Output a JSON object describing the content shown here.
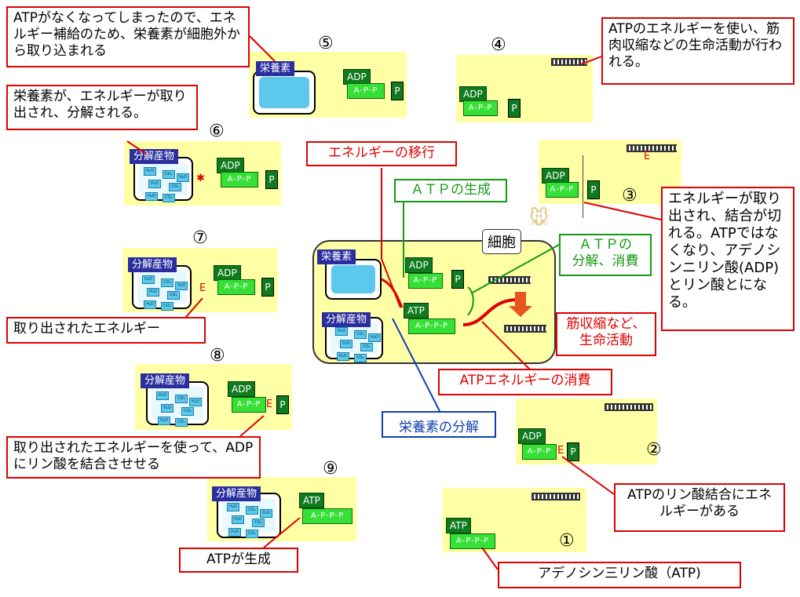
{
  "callouts": {
    "nutrient_intake": "ATPがなくなってしまったので、エネルギー補給のため、栄養素が細胞外から取り込まれる",
    "nutrient_breakdown": "栄養素が、エネルギーが取り出され、分解される。",
    "extracted_energy": "取り出されたエネルギー",
    "bind_phosphate": "取り出されたエネルギーを使って、ADPにリン酸を結合させせる",
    "atp_made": "ATPが生成",
    "atp_energy_use": "ATPのエネルギーを使い、筋肉収縮などの生命活動が行われる。",
    "bond_break": "エネルギーが取り出され、結合が切れる。ATPではなくなり、アデノシンニリン酸(ADP)とリン酸とになる。",
    "phosphate_bond_energy": "ATPのリン酸結合にエネルギーがある",
    "atp_name": "アデノシン三リン酸（ATP)"
  },
  "center": {
    "energy_transfer": "エネルギーの移行",
    "atp_generation": "ＡＴＰの生成",
    "atp_breakdown_line1": "ＡＴＰの",
    "atp_breakdown_line2": "分解、消費",
    "cell_label": "細胞",
    "muscle_line1": "筋収縮など、",
    "muscle_line2": "生命活動",
    "atp_energy_consumption": "ATPエネルギーの消費",
    "nutrient_decomposition": "栄養素の分解"
  },
  "steps": {
    "s1": "①",
    "s2": "②",
    "s3": "③",
    "s4": "④",
    "s5": "⑤",
    "s6": "⑥",
    "s7": "⑦",
    "s8": "⑧",
    "s9": "⑨"
  },
  "molecules": {
    "adp": "ADP",
    "atp": "ATP",
    "p": "P",
    "e": "E",
    "adp_strip": "A-P-P",
    "atp_strip": "A-P-P-P",
    "nutrient": "栄養素",
    "decomposed": "分解産物",
    "h2o": "H₂O",
    "co2": "CO₂"
  },
  "colors": {
    "panel": "#ffffa6",
    "callout_border": "#e00000",
    "green_label": "#159a15",
    "blue_label": "#1040b0",
    "adp_tag": "#0f7a1e",
    "strip": "#37e037"
  }
}
